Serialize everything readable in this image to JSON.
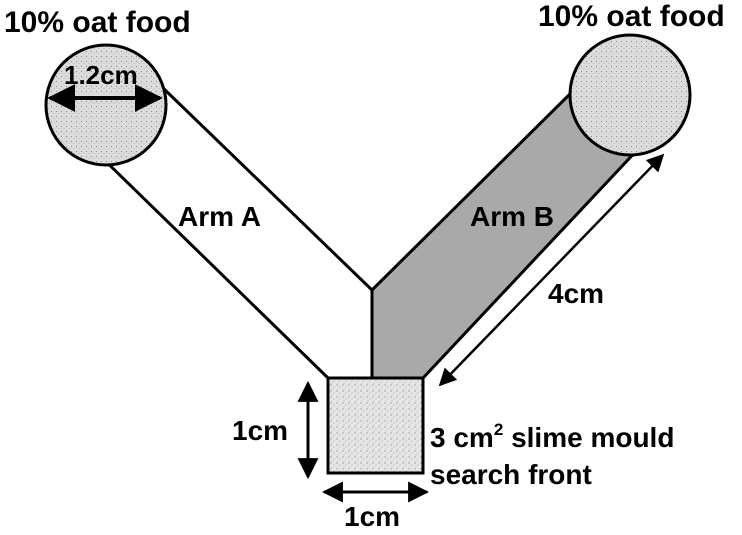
{
  "labels": {
    "food_left": "10% oat food",
    "food_right": "10% oat food",
    "diameter": "1.2cm",
    "arm_a": "Arm A",
    "arm_b": "Arm B",
    "arm_length": "4cm",
    "square_height": "1cm",
    "square_width": "1cm",
    "slime_line1_prefix": "3 cm",
    "slime_line1_superscript": "2",
    "slime_line1_suffix": " slime mould",
    "slime_line2": "search front"
  },
  "colors": {
    "background": "#ffffff",
    "stroke": "#000000",
    "arm_a_fill": "#ffffff",
    "arm_b_fill": "#a9a9a9",
    "food_fill": "#dcdcdc",
    "slime_fill": "#e6e6e6"
  }
}
